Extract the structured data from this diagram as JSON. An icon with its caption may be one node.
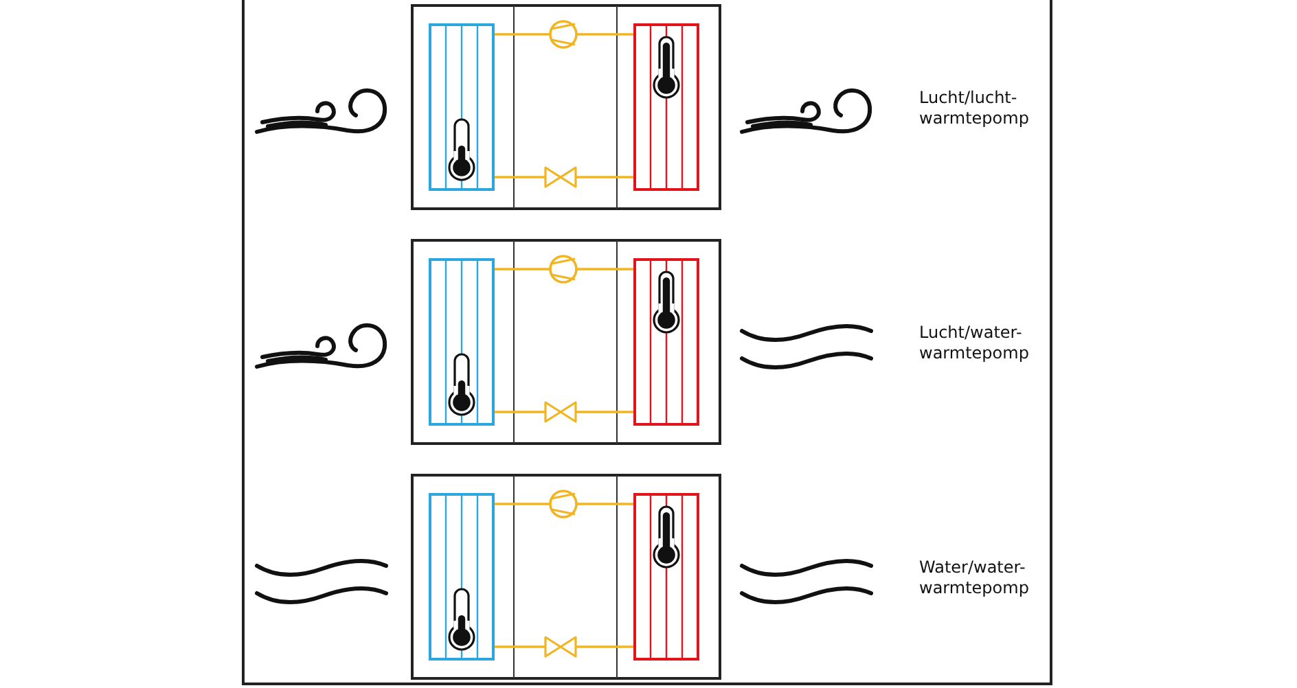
{
  "diagram": {
    "labels": [
      "Lucht/lucht-warmtepomp",
      "Lucht/water-warmtepomp",
      "Water/water-warmtepomp"
    ]
  }
}
